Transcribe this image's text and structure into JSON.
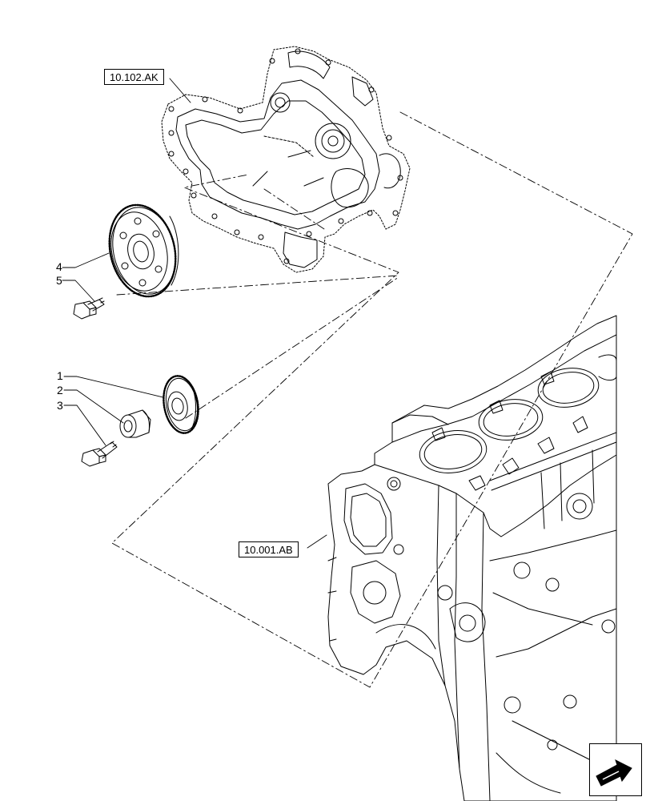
{
  "callouts": {
    "timing_cover": "10.102.AK",
    "crankcase": "10.001.AB"
  },
  "item_numbers": {
    "n1": "1",
    "n2": "2",
    "n3": "3",
    "n4": "4",
    "n5": "5"
  },
  "icons": {
    "nav": "next-page-arrow-icon"
  },
  "colors": {
    "line": "#000000",
    "background": "#ffffff"
  }
}
